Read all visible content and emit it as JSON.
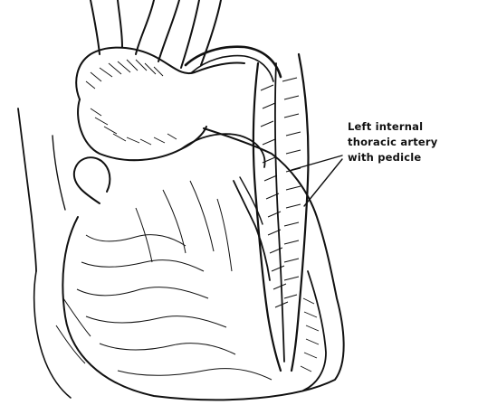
{
  "figure": {
    "label": {
      "lines": [
        "Left internal",
        "thoracic artery",
        "with pedicle"
      ]
    },
    "colors": {
      "ink": "#111111",
      "background": "#ffffff"
    }
  }
}
